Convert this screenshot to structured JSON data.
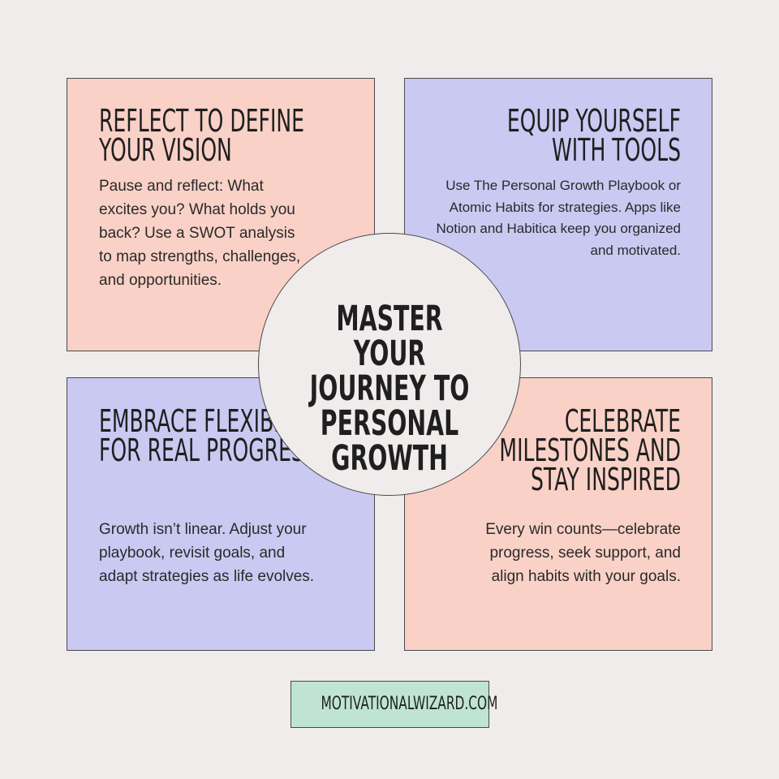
{
  "center": {
    "lines": [
      "MASTER YOUR",
      "JOURNEY TO",
      "PERSONAL",
      "GROWTH"
    ]
  },
  "panels": {
    "top_left": {
      "title": "REFLECT TO DEFINE YOUR VISION",
      "body": "Pause and reflect: What excites you? What holds you back? Use a SWOT analysis to map strengths, challenges, and opportunities.",
      "color": "#f9d1c6"
    },
    "top_right": {
      "title": "EQUIP YOURSELF WITH TOOLS",
      "body": "Use The Personal Growth Playbook or Atomic Habits for strategies. Apps like Notion and Habitica keep you organized and motivated.",
      "color": "#c9c9f2"
    },
    "bottom_left": {
      "title": "EMBRACE FLEXIBILITY FOR REAL PROGRESS",
      "body": "Growth isn’t linear. Adjust your playbook, revisit goals, and adapt strategies as life evolves.",
      "color": "#c9c9f2"
    },
    "bottom_right": {
      "title": "CELEBRATE MILESTONES AND STAY INSPIRED",
      "body": "Every win counts—celebrate progress, seek support, and align habits with your goals.",
      "color": "#f9d1c6"
    }
  },
  "footer": {
    "site": "MOTIVATIONALWIZARD.COM",
    "color": "#bfe4d4"
  },
  "colors": {
    "background": "#f0eceb",
    "border": "#4a4a4a",
    "text": "#1f1f1f"
  }
}
